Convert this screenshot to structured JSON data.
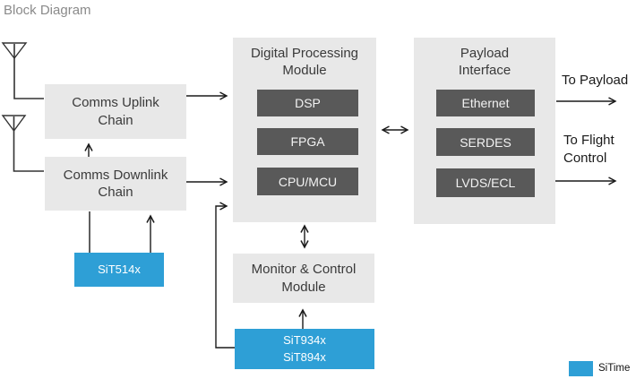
{
  "title": "Block Diagram",
  "colors": {
    "accent_blue": "#2E9FD6",
    "block_dark": "#595959",
    "block_light": "#E8E8E8",
    "title_gray": "#8A8A8A",
    "line": "#1A1A1A"
  },
  "blocks": {
    "uplink": {
      "label": "Comms Uplink Chain"
    },
    "downlink": {
      "label": "Comms Downlink Chain"
    },
    "sit514x": {
      "label": "SiT514x"
    },
    "dpm": {
      "title": "Digital Processing Module",
      "items": [
        "DSP",
        "FPGA",
        "CPU/MCU"
      ]
    },
    "payload": {
      "title": "Payload Interface",
      "items": [
        "Ethernet",
        "SERDES",
        "LVDS/ECL"
      ]
    },
    "monitor": {
      "label": "Monitor & Control Module"
    },
    "sit934x": {
      "lines": [
        "SiT934x",
        "SiT894x"
      ]
    }
  },
  "outputs": {
    "payload_label": "To Payload",
    "flight_label": "To Flight Control"
  },
  "legend": {
    "label": "SiTime"
  }
}
